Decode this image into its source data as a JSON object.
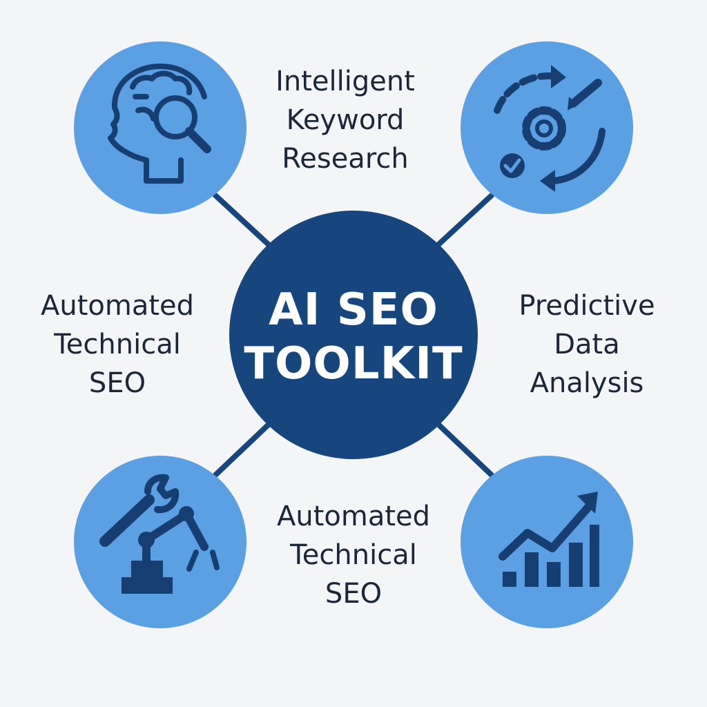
{
  "colors": {
    "background": "#f4f5f7",
    "center_fill": "#17467f",
    "node_fill": "#5aa0e3",
    "icon_stroke": "#173e70",
    "connector": "#17467f",
    "text": "#1b2638"
  },
  "center": {
    "line1": "AI SEO",
    "line2": "TOOLKIT"
  },
  "labels": {
    "top": [
      "Intelligent",
      "Keyword",
      "Research"
    ],
    "left": [
      "Automated",
      "Technical",
      "SEO"
    ],
    "right": [
      "Predictive",
      "Data",
      "Analysis"
    ],
    "bottom": [
      "Automated",
      "Technical",
      "SEO"
    ]
  },
  "icons": {
    "top_left": "head-magnifier-icon",
    "top_right": "cycle-gear-icon",
    "bottom_left": "wrench-robot-arm-icon",
    "bottom_right": "growth-chart-icon"
  }
}
